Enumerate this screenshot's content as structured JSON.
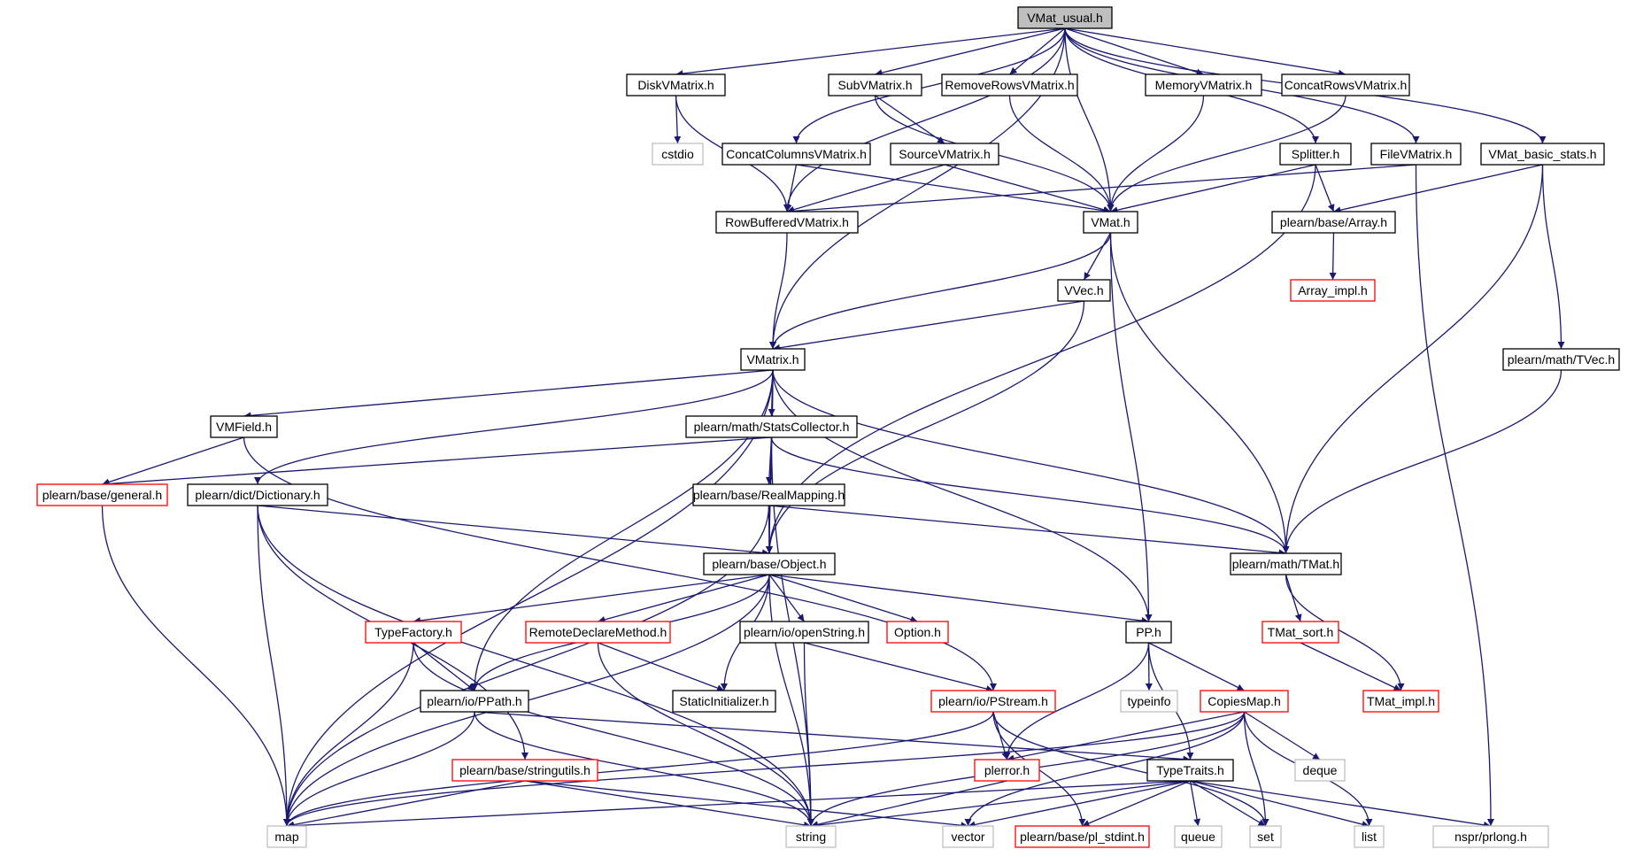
{
  "colors": {
    "edge": "#191970",
    "node_border_default": "#000000",
    "node_border_truncated": "#ff0000",
    "node_border_external": "#bfbfbf",
    "root_fill": "#bfbfbf",
    "node_fill": "#ffffff",
    "text": "#000000"
  },
  "nodes": {
    "VMat_usual_h": "VMat_usual.h",
    "DiskVMatrix_h": "DiskVMatrix.h",
    "SubVMatrix_h": "SubVMatrix.h",
    "RemoveRowsVMatrix_h": "RemoveRowsVMatrix.h",
    "MemoryVMatrix_h": "MemoryVMatrix.h",
    "ConcatRowsVMatrix_h": "ConcatRowsVMatrix.h",
    "cstdio": "cstdio",
    "ConcatColumnsVMatrix_h": "ConcatColumnsVMatrix.h",
    "SourceVMatrix_h": "SourceVMatrix.h",
    "Splitter_h": "Splitter.h",
    "FileVMatrix_h": "FileVMatrix.h",
    "VMat_basic_stats_h": "VMat_basic_stats.h",
    "RowBufferedVMatrix_h": "RowBufferedVMatrix.h",
    "VMat_h": "VMat.h",
    "Array_h": "plearn/base/Array.h",
    "Array_impl_h": "Array_impl.h",
    "VVec_h": "VVec.h",
    "VMatrix_h": "VMatrix.h",
    "TVec_h": "plearn/math/TVec.h",
    "VMField_h": "VMField.h",
    "StatsCollector_h": "plearn/math/StatsCollector.h",
    "general_h": "plearn/base/general.h",
    "Dictionary_h": "plearn/dict/Dictionary.h",
    "RealMapping_h": "plearn/base/RealMapping.h",
    "Object_h": "plearn/base/Object.h",
    "TMat_h": "plearn/math/TMat.h",
    "TypeFactory_h": "TypeFactory.h",
    "RemoteDeclareMethod_h": "RemoteDeclareMethod.h",
    "openString_h": "plearn/io/openString.h",
    "Option_h": "Option.h",
    "PP_h": "PP.h",
    "TMat_sort_h": "TMat_sort.h",
    "StaticInitializer_h": "StaticInitializer.h",
    "PPath_h": "plearn/io/PPath.h",
    "PStream_h": "plearn/io/PStream.h",
    "typeinfo": "typeinfo",
    "CopiesMap_h": "CopiesMap.h",
    "TMat_impl_h": "TMat_impl.h",
    "stringutils_h": "plearn/base/stringutils.h",
    "plerror_h": "plerror.h",
    "deque": "deque",
    "TypeTraits_h": "TypeTraits.h",
    "map": "map",
    "string": "string",
    "vector": "vector",
    "pl_stdint_h": "plearn/base/pl_stdint.h",
    "queue": "queue",
    "set": "set",
    "list": "list",
    "prlong_h": "nspr/prlong.h"
  }
}
